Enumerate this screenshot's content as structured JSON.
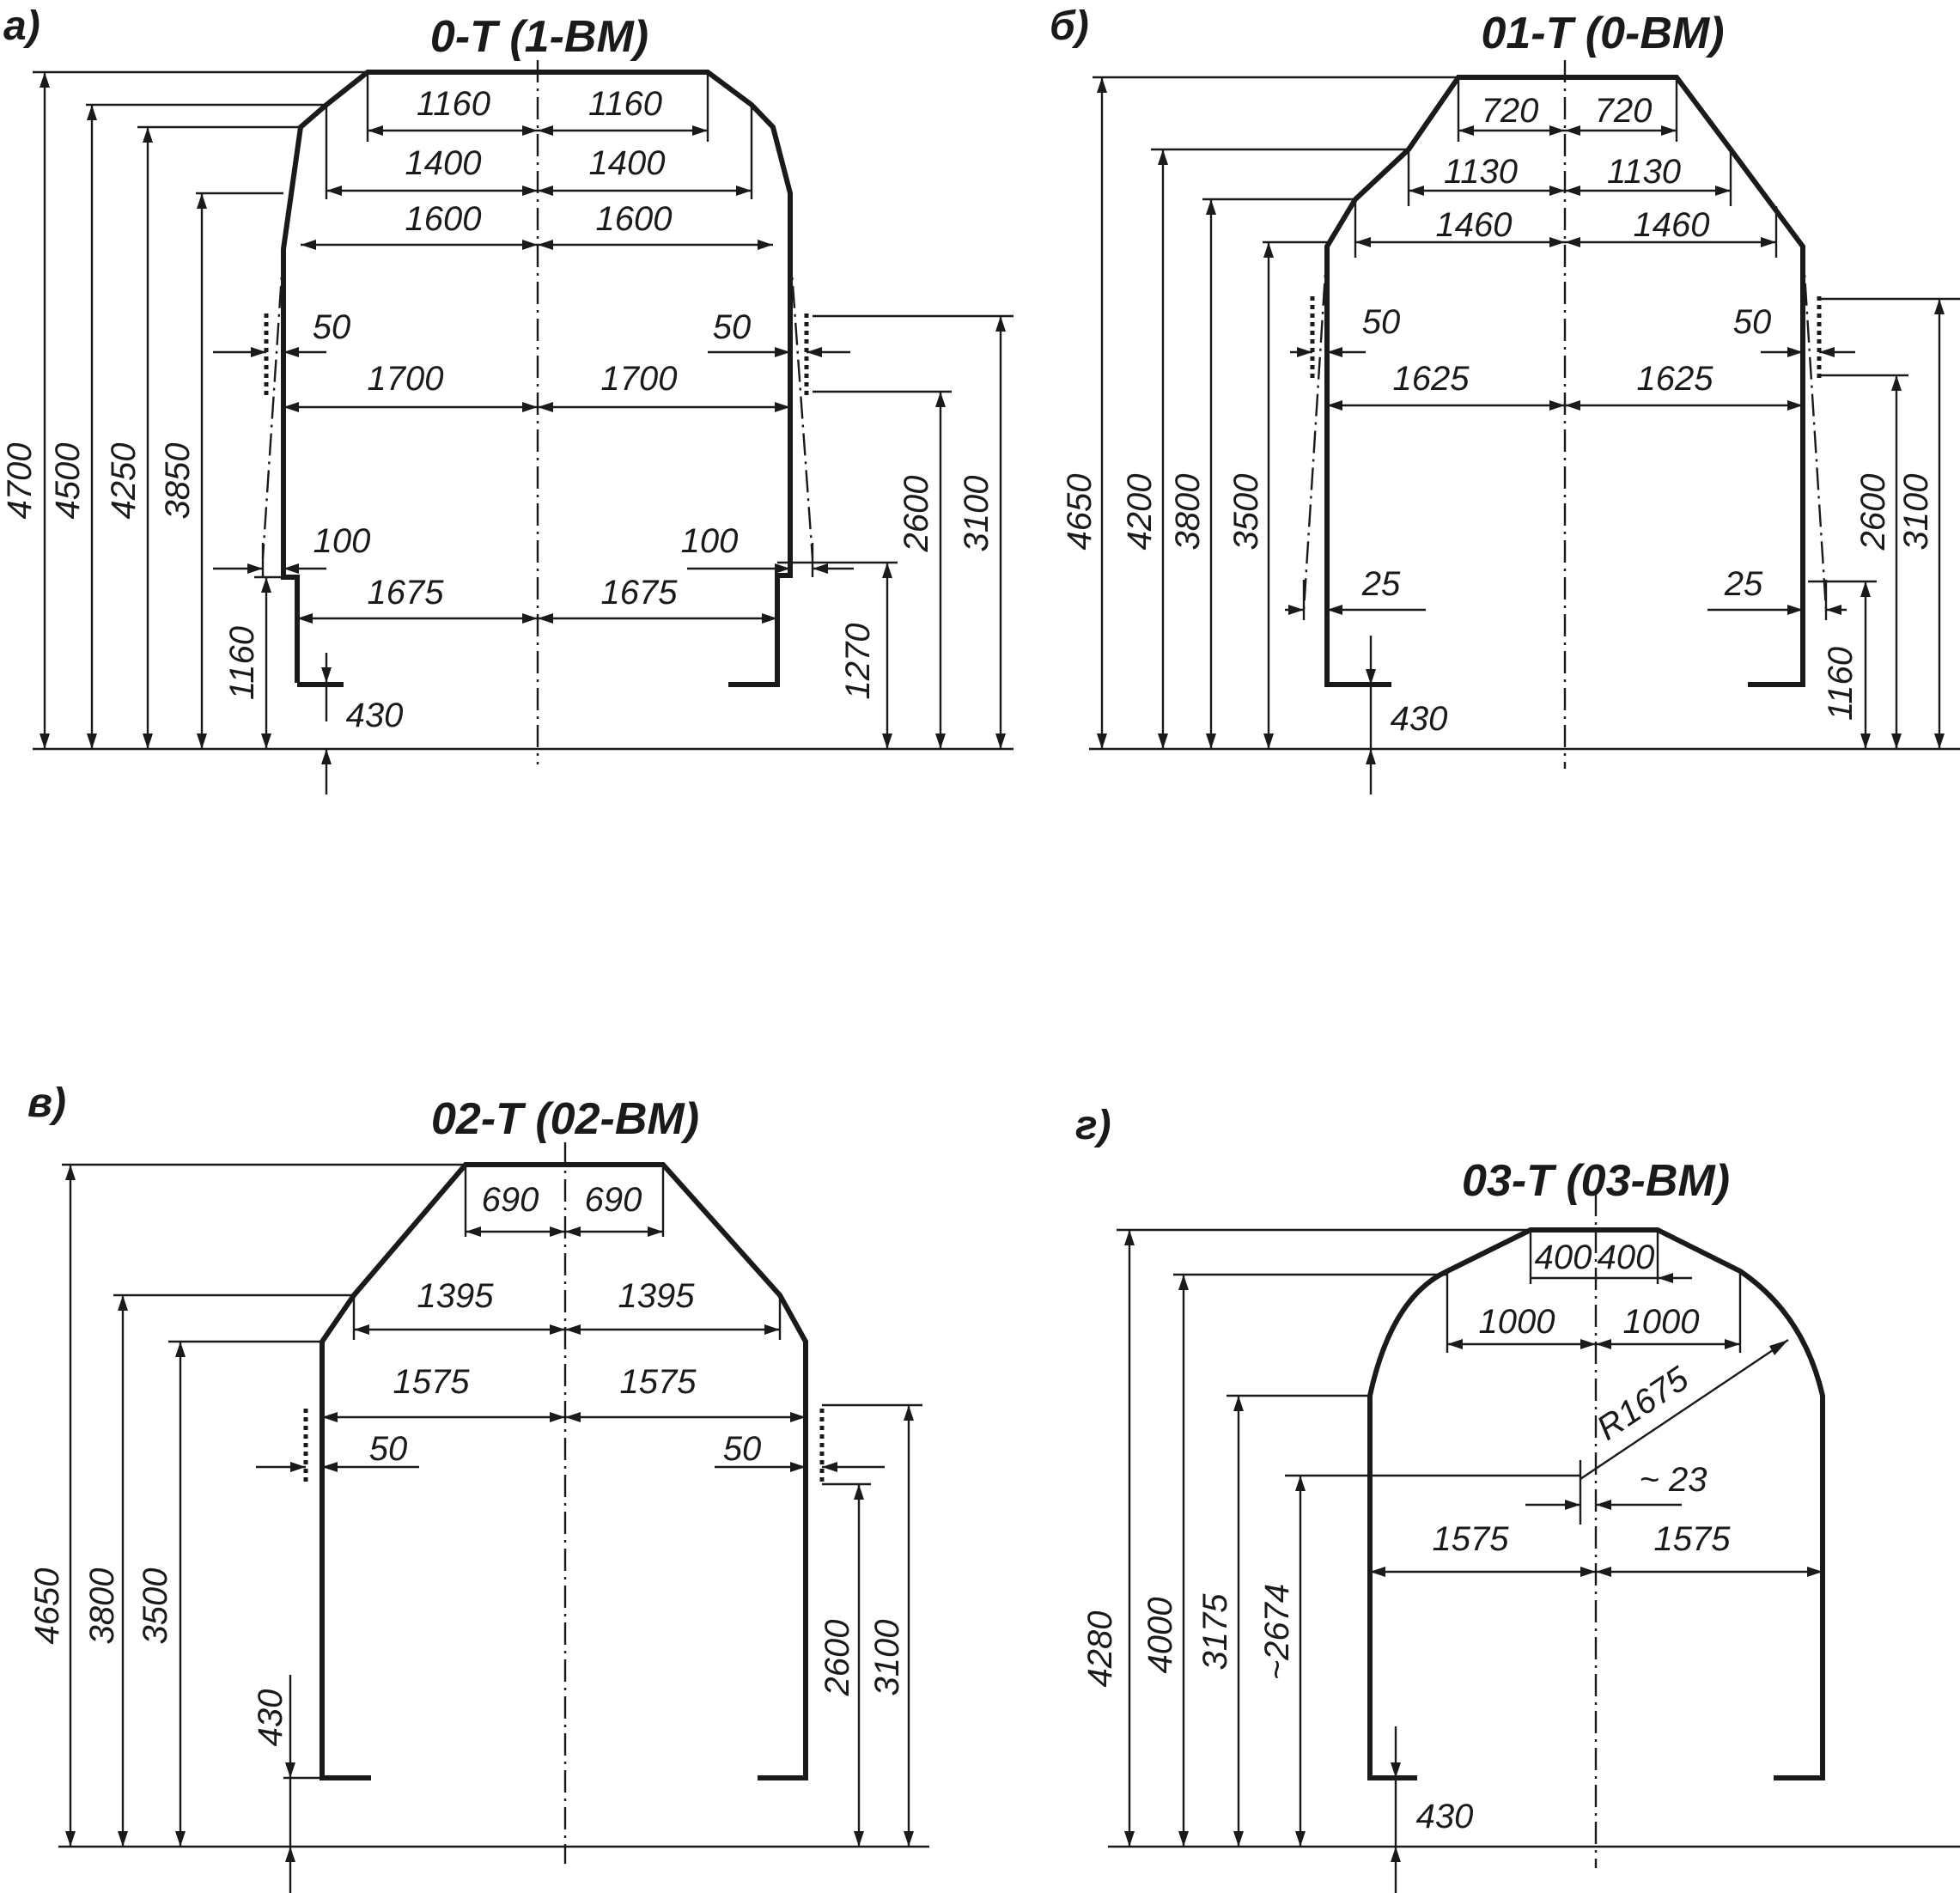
{
  "colors": {
    "ink": "#1a1a1a",
    "background": "#ffffff"
  },
  "panels": {
    "a": {
      "label": "а)",
      "title": "0-T (1-BM)",
      "widths": {
        "top": "1160",
        "upper": "1400",
        "shoulder": "1600",
        "mid": "1700",
        "low": "1675"
      },
      "offsets": {
        "upper_side": "50",
        "lower_side": "100"
      },
      "heights": {
        "h4700": "4700",
        "h4500": "4500",
        "h4250": "4250",
        "h3850": "3850",
        "h1160": "1160",
        "h1270": "1270",
        "h2600": "2600",
        "h3100": "3100"
      },
      "base": "430"
    },
    "b": {
      "label": "б)",
      "title": "01-T (0-BM)",
      "widths": {
        "top": "720",
        "upper": "1130",
        "shoulder": "1460",
        "mid": "1625"
      },
      "offsets": {
        "upper_side": "50",
        "lower_side": "25"
      },
      "heights": {
        "h4650": "4650",
        "h4200": "4200",
        "h3800": "3800",
        "h3500": "3500",
        "h2600": "2600",
        "h3100": "3100",
        "h1160": "1160"
      },
      "base": "430"
    },
    "c": {
      "label": "в)",
      "title": "02-T (02-BM)",
      "widths": {
        "top": "690",
        "upper": "1395",
        "mid": "1575"
      },
      "offsets": {
        "side": "50"
      },
      "heights": {
        "h4650": "4650",
        "h3800": "3800",
        "h3500": "3500",
        "h430": "430",
        "h2600": "2600",
        "h3100": "3100"
      }
    },
    "d": {
      "label": "г)",
      "title": "03-T (03-BM)",
      "widths": {
        "top": "400",
        "upper": "1000",
        "mid": "1575"
      },
      "radius": "R1675",
      "center_offset": "~ 23",
      "heights": {
        "h4280": "4280",
        "h4000": "4000",
        "h3175": "3175",
        "h2674": "~2674"
      },
      "base": "430"
    }
  }
}
